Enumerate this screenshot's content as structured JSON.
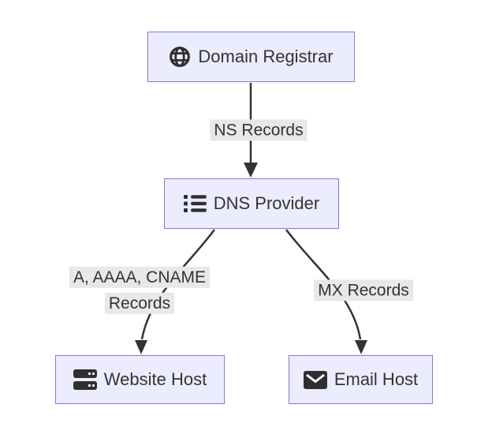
{
  "diagram": {
    "type": "flowchart",
    "direction": "top-down",
    "colors": {
      "background": "#ffffff",
      "node_fill": "#ECECFF",
      "node_border": "#9370DB",
      "text": "#333333",
      "edge": "#333333",
      "edge_label_background": "#e8e8e8"
    },
    "nodes": [
      {
        "id": "registrar",
        "label": "Domain Registrar",
        "icon": "globe-icon"
      },
      {
        "id": "dns",
        "label": "DNS Provider",
        "icon": "list-icon"
      },
      {
        "id": "website",
        "label": "Website Host",
        "icon": "server-icon"
      },
      {
        "id": "email",
        "label": "Email Host",
        "icon": "envelope-icon"
      }
    ],
    "edges": [
      {
        "from": "registrar",
        "to": "dns",
        "label": "NS Records"
      },
      {
        "from": "dns",
        "to": "website",
        "label": "A, AAAA, CNAME Records",
        "label_lines": [
          "A, AAAA, CNAME",
          "Records"
        ]
      },
      {
        "from": "dns",
        "to": "email",
        "label": "MX Records"
      }
    ]
  }
}
